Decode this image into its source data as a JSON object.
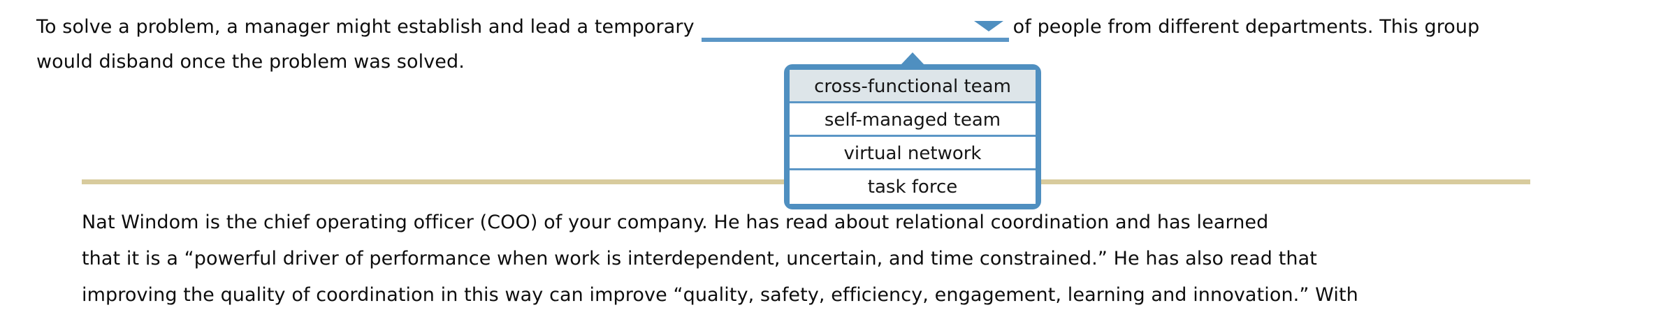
{
  "colors": {
    "accent_blue": "#4f8fc0",
    "underline_blue": "#5b96c6",
    "option_highlight": "#dde5e9",
    "divider_tan": "#d8cb9d",
    "text": "#0d0d0d",
    "page_background": "#ffffff"
  },
  "question": {
    "line1_before_blank": "To solve a problem, a manager might establish and lead a temporary",
    "line1_after_blank": "of people from different departments. This group",
    "line2": "would disband once the problem was solved."
  },
  "select": {
    "value": "",
    "placeholder": "",
    "caret_icon": "chevron-down-icon",
    "expanded": true,
    "selected_index": 0,
    "options": [
      {
        "label": "cross-functional team",
        "selected": true
      },
      {
        "label": "self-managed team",
        "selected": false
      },
      {
        "label": "virtual network",
        "selected": false
      },
      {
        "label": "task force",
        "selected": false
      }
    ]
  },
  "scenario": {
    "line1": "Nat Windom is the chief operating officer (COO) of your company. He has read about relational coordination and has learned",
    "line2": "that it is a “powerful driver of performance when work is interdependent, uncertain, and time constrained.” He has also read that",
    "line3": "improving the quality of coordination in this way can improve “quality, safety, efficiency, engagement, learning and innovation.” With"
  }
}
